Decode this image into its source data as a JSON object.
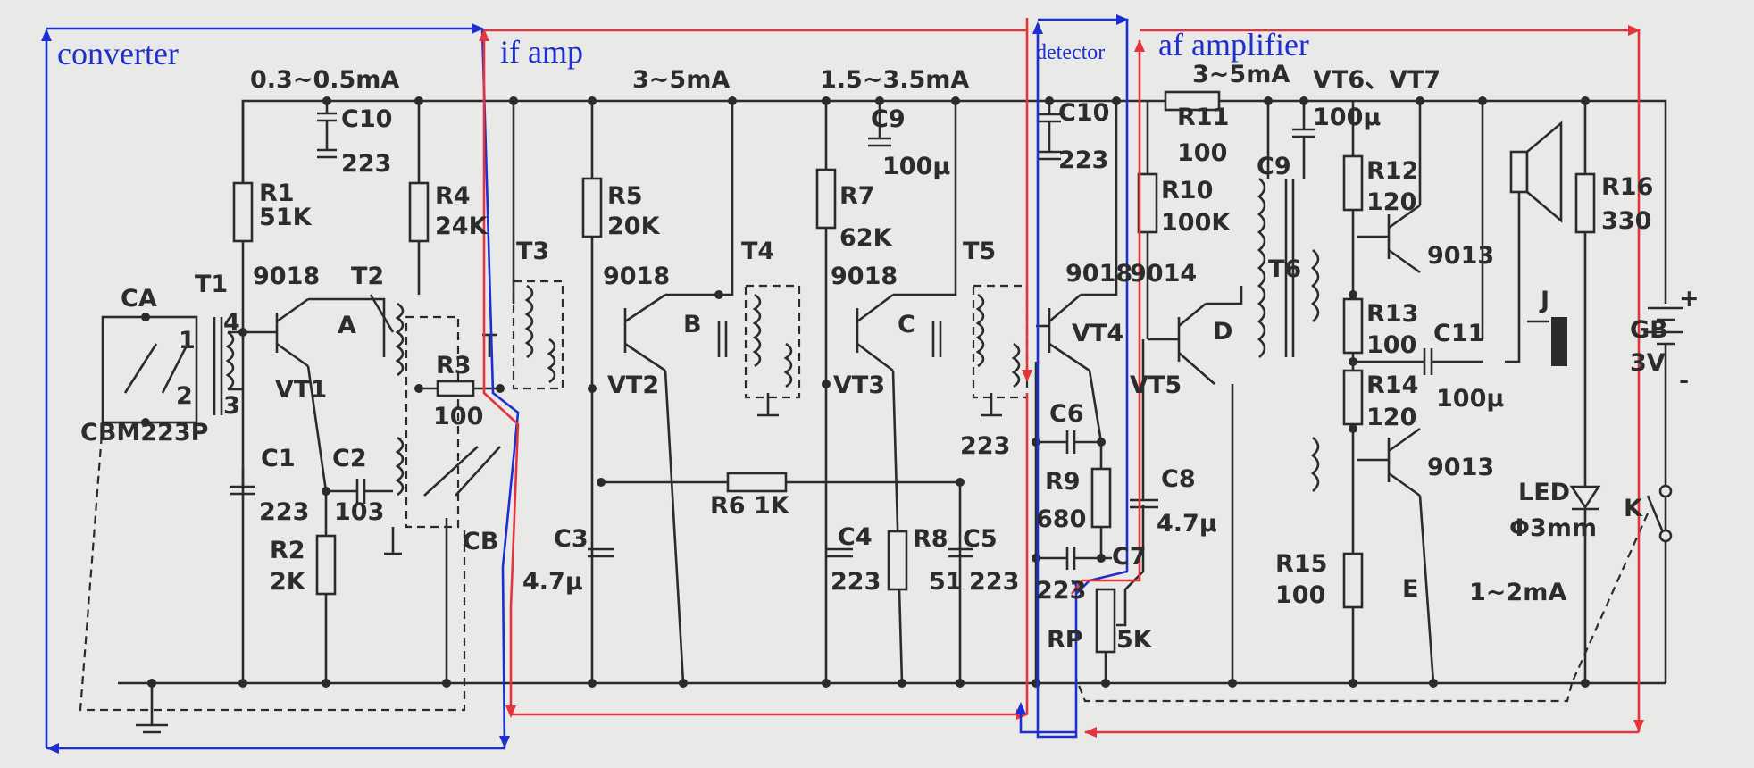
{
  "sections": {
    "converter": "converter",
    "if_amp": "if amp",
    "detector": "detector",
    "af_amplifier": "af amplifier"
  },
  "currents": {
    "c1": "0.3~0.5mA",
    "c2": "3~5mA",
    "c3": "1.5~3.5mA",
    "c4": "3~5mA",
    "c5": "1~2mA"
  },
  "labels": {
    "C10a": "C10",
    "C10a_v": "223",
    "C9a": "C9",
    "C9a_v": "100μ",
    "C10b": "C10",
    "C10b_v": "223",
    "R11": "R11",
    "R11_v": "100",
    "C9b": "C9",
    "C9b_v": "100μ",
    "VT67": "VT6、VT7",
    "R1": "R1",
    "R1_v": "51K",
    "R4": "R4",
    "R4_v": "24K",
    "R5": "R5",
    "R5_v": "20K",
    "R7": "R7",
    "R7_v": "62K",
    "R10": "R10",
    "R10_v": "100K",
    "R12": "R12",
    "R12_v": "120",
    "R16": "R16",
    "R16_v": "330",
    "CA": "CA",
    "T1": "T1",
    "T2": "T2",
    "T3": "T3",
    "T4": "T4",
    "T5": "T5",
    "T6": "T6",
    "q1": "9018",
    "q2": "9018",
    "q3": "9018",
    "q4": "9018",
    "q5": "9014",
    "q6": "9013",
    "q7": "9013",
    "VT1": "VT1",
    "VT2": "VT2",
    "VT3": "VT3",
    "VT4": "VT4",
    "VT5": "VT5",
    "A": "A",
    "B": "B",
    "C": "C",
    "D": "D",
    "E": "E",
    "J": "J",
    "K": "K",
    "pin1": "1",
    "pin2": "2",
    "pin3": "3",
    "pin4": "4",
    "CBM": "CBM223P",
    "R3": "R3",
    "R3_v": "100",
    "C1": "C1",
    "C1_v": "223",
    "C2": "C2",
    "C2_v": "103",
    "R2": "R2",
    "R2_v": "2K",
    "CB": "CB",
    "C3": "C3",
    "C3_v": "4.7μ",
    "R6": "R6 1K",
    "C4": "C4",
    "C4_v": "223",
    "R8": "R8",
    "R8_v": "51",
    "C5": "C5",
    "C5_v": "223",
    "c223": "223",
    "C6": "C6",
    "R9": "R9",
    "R9_v": "680",
    "C7": "C7",
    "C7_v": "223",
    "C8": "C8",
    "C8_v": "4.7μ",
    "RP": "RP",
    "RP_v": "5K",
    "R13": "R13",
    "R13_v": "100",
    "R14": "R14",
    "R14_v": "120",
    "C11": "C11",
    "C11_v": "100μ",
    "R15": "R15",
    "R15_v": "100",
    "LED": "LED",
    "LED_v": "Φ3mm",
    "GB": "GB",
    "GB_v": "3V",
    "plus": "+",
    "minus": "-"
  },
  "colors": {
    "blue": "#1d2fd0",
    "red": "#e4333c",
    "ink": "#2b2b2b",
    "paper": "#e9e9e7"
  }
}
